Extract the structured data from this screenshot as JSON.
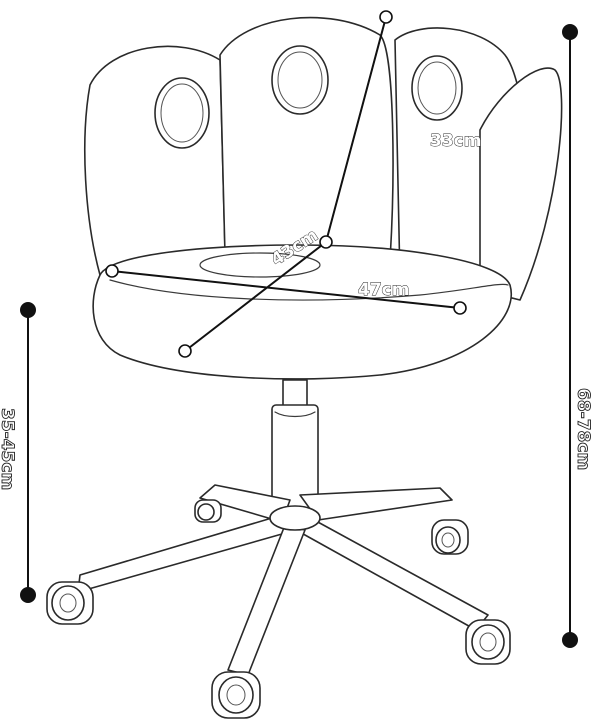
{
  "labels": {
    "back_depth": "33cm",
    "seat_diagonal": "43cm",
    "seat_width": "47cm",
    "seat_height": "35-45cm",
    "total_height": "68-78cm"
  }
}
